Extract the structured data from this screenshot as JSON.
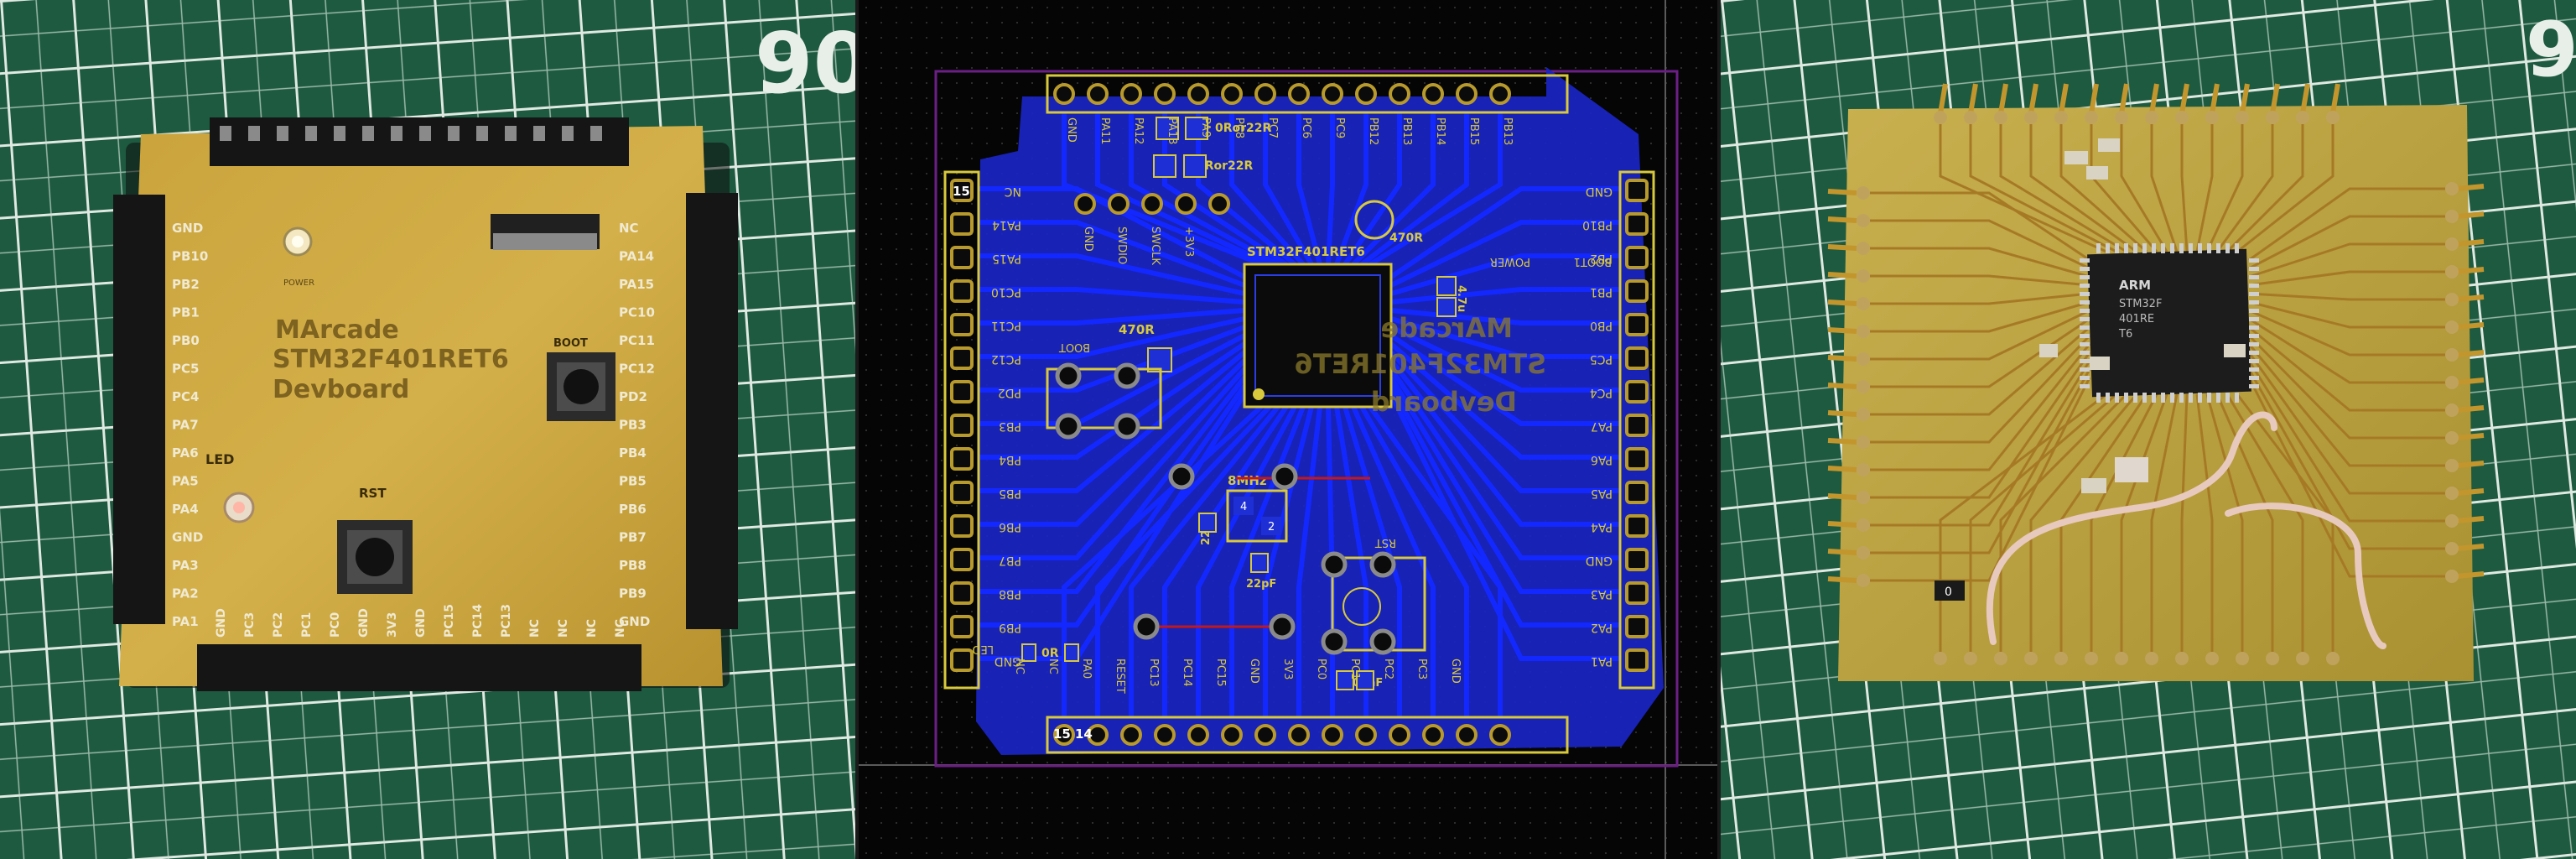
{
  "panel1": {
    "mat_number": "90",
    "board_title": [
      "MArcade",
      "STM32F401RET6",
      "Devboard"
    ],
    "power_label": "POWER",
    "boot_label": "BOOT",
    "led_label": "LED",
    "rst_label": "RST",
    "left_pins": [
      "GND",
      "PB10",
      "PB2",
      "PB1",
      "PB0",
      "PC5",
      "PC4",
      "PA7",
      "PA6",
      "PA5",
      "PA4",
      "GND",
      "PA3",
      "PA2",
      "PA1"
    ],
    "right_pins": [
      "NC",
      "PA14",
      "PA15",
      "PC10",
      "PC11",
      "PC12",
      "PD2",
      "PB3",
      "PB4",
      "PB5",
      "PB6",
      "PB7",
      "PB8",
      "PB9",
      "GND"
    ],
    "bottom_pins": [
      "GND",
      "PC3",
      "PC2",
      "PC1",
      "PC0",
      "GND",
      "3V3",
      "GND",
      "PC15",
      "PC14",
      "PC13",
      "NC",
      "NC",
      "NC",
      "NC"
    ]
  },
  "panel2": {
    "pin_15_a": "15",
    "pin_14": "14",
    "pin_15_b": "15",
    "chip_label": "STM32F401RET6",
    "r_0or22r_1": "0Ror22R",
    "r_0or22r_2": "0Ror22R",
    "r_470r": "470R",
    "r_470r_b": "470R",
    "cap_4_7uf": "4.7u",
    "crystal": "8MHz",
    "cap_22pf_1": "22pF",
    "cap_22pf_2": "22pF",
    "cap_100nf": "100nF",
    "r_0r": "0R",
    "crystal_pins": [
      "4",
      "2"
    ],
    "silk_mirrored": [
      "MArcade",
      "STM32F401RET6",
      "Devboard"
    ],
    "top_pins": [
      "GND",
      "PA11",
      "PA12",
      "PA13",
      "PA9",
      "PC8",
      "PC7",
      "PC6",
      "PC9",
      "PB12",
      "PB13",
      "PB14",
      "PB15",
      "PB13"
    ],
    "left_pins": [
      "NC",
      "PA14",
      "PA15",
      "PC10",
      "PC11",
      "PC12",
      "PD2",
      "PB3",
      "PB4",
      "PB5",
      "PB6",
      "PB7",
      "PB8",
      "PB9",
      "GND"
    ],
    "right_pins": [
      "GND",
      "PB10",
      "PB2",
      "PB1",
      "PB0",
      "PC5",
      "PC4",
      "PA7",
      "PA6",
      "PA5",
      "PA4",
      "GND",
      "PA3",
      "PA2",
      "PA1"
    ],
    "bottom_pins": [
      "NC",
      "NC",
      "PA0",
      "RESET",
      "PC13",
      "PC14",
      "PC15",
      "GND",
      "3V3",
      "PC0",
      "PC1",
      "PC2",
      "PC3",
      "GND"
    ],
    "swd_labels": [
      "GND",
      "SWDIO",
      "SWCLK",
      "+3V3"
    ],
    "misc_labels": [
      "BOOT",
      "BOOT1",
      "POWER",
      "RST",
      "LED"
    ]
  },
  "panel3": {
    "mat_number": "9",
    "chip_text": [
      "ARM",
      "STM32F",
      "401RE",
      "T6"
    ],
    "resistor_mark": "0"
  },
  "colors": {
    "mat_green": "#1f5f45",
    "board_yellow": "#c9a63a",
    "pcb_black": "#050505",
    "trace_blue": "#1e2fd6",
    "silk_yellow": "#d8c93c",
    "pad_gold": "#b89a2c",
    "outline_purple": "#6d1e86"
  }
}
